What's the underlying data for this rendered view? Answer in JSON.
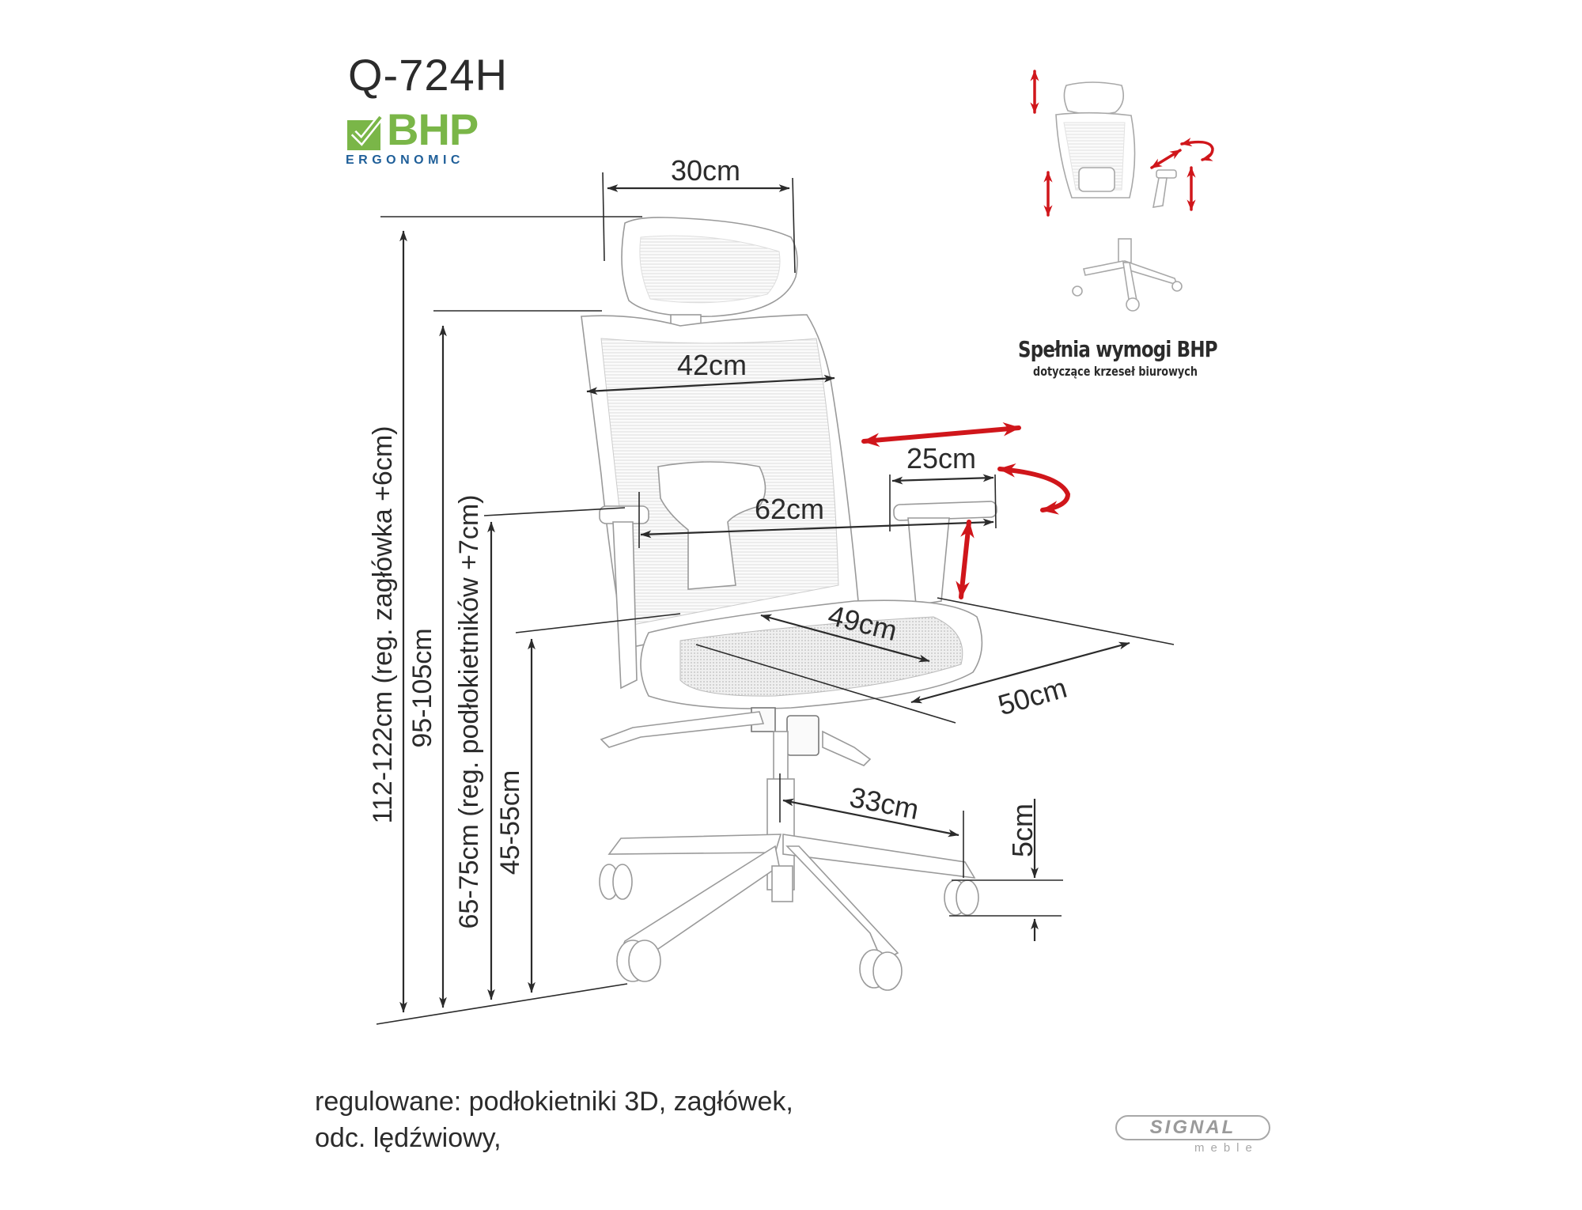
{
  "product": {
    "model": "Q-724H"
  },
  "badge": {
    "main": "BHP",
    "sub": "ERGONOMIC",
    "colors": {
      "green": "#7ab648",
      "blue": "#1f5f99"
    }
  },
  "dimensions": {
    "headrest_width": "30cm",
    "backrest_width": "42cm",
    "armrest_length": "25cm",
    "between_armrests": "62cm",
    "seat_depth": "49cm",
    "seat_width": "50cm",
    "base_radius": "33cm",
    "caster_height": "5cm",
    "total_height": "112-122cm (reg. zagłówka +6cm)",
    "backrest_height": "95-105cm",
    "armrest_height": "65-75cm (reg. podłokietników +7cm)",
    "seat_height": "45-55cm"
  },
  "certification": {
    "title": "Spełnia wymogi BHP",
    "subtitle": "dotyczące krzeseł biurowych",
    "arrow_color": "#d0161b"
  },
  "footer": {
    "line1": "regulowane: podłokietniki 3D, zagłówek,",
    "line2": "odc. lędźwiowy,"
  },
  "brand": {
    "name": "SIGNAL",
    "sub": "meble"
  }
}
